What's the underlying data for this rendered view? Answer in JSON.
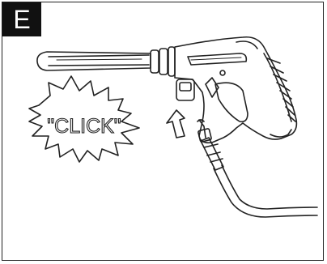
{
  "step": {
    "letter": "E"
  },
  "illustration": {
    "callout_text": "\"CLICK\"",
    "subjects": [
      "spray-gun",
      "high-pressure-hose"
    ]
  },
  "colors": {
    "line": "#222222",
    "badge_bg": "#111111",
    "badge_fg": "#ffffff",
    "background": "#ffffff"
  }
}
